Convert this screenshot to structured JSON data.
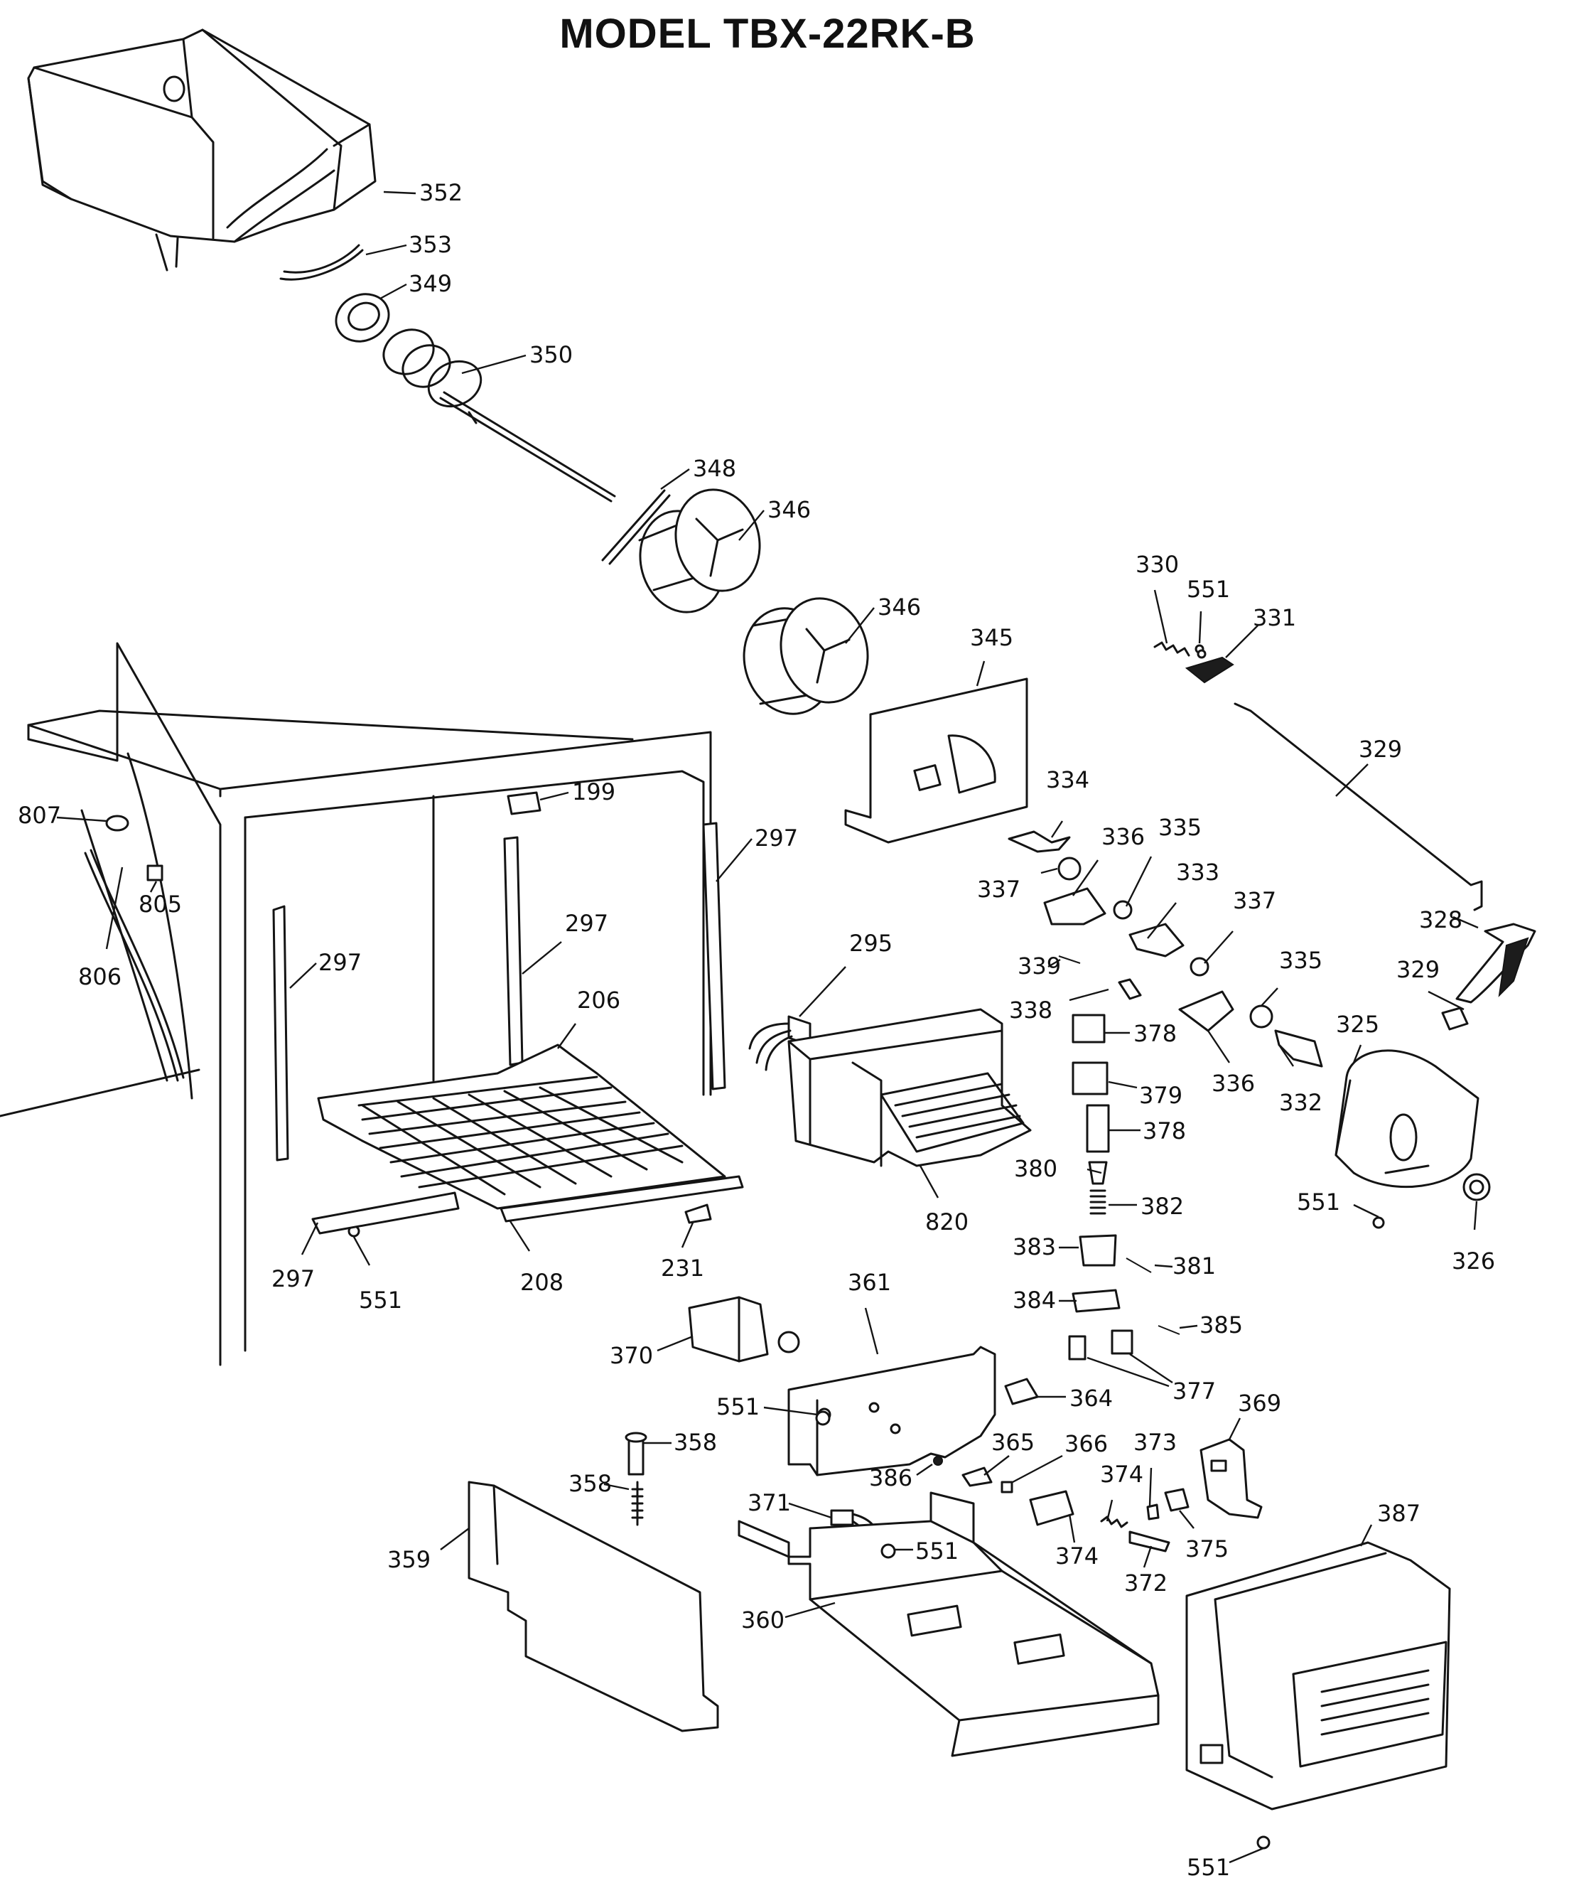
{
  "title": "MODEL TBX-22RK-B",
  "callouts": [
    "352",
    "353",
    "349",
    "350",
    "348",
    "346",
    "346",
    "345",
    "330",
    "551",
    "331",
    "329",
    "807",
    "199",
    "297",
    "805",
    "806",
    "297",
    "297",
    "295",
    "206",
    "334",
    "336",
    "335",
    "333",
    "337",
    "337",
    "339",
    "338",
    "378",
    "335",
    "328",
    "329",
    "379",
    "336",
    "332",
    "325",
    "378",
    "380",
    "382",
    "383",
    "381",
    "384",
    "385",
    "377",
    "364",
    "369",
    "365",
    "366",
    "373",
    "374",
    "374",
    "375",
    "372",
    "387",
    "551",
    "297",
    "551",
    "208",
    "231",
    "820",
    "361",
    "370",
    "551",
    "358",
    "358",
    "359",
    "386",
    "371",
    "551",
    "360",
    "551",
    "326"
  ]
}
